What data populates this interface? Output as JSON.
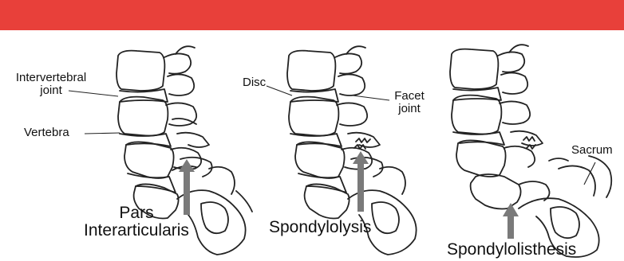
{
  "colors": {
    "banner": "#e8403a",
    "line": "#222222",
    "arrow": "#7a7a7a",
    "background": "#ffffff"
  },
  "panels": [
    {
      "labels": {
        "intervertebral_joint_line1": "Intervertebral",
        "intervertebral_joint_line2": "joint",
        "vertebra": "Vertebra",
        "pars_line1": "Pars",
        "pars_line2": "Interarticularis"
      }
    },
    {
      "labels": {
        "disc": "Disc",
        "facet_joint_line1": "Facet",
        "facet_joint_line2": "joint",
        "caption": "Spondylolysis"
      }
    },
    {
      "labels": {
        "sacrum": "Sacrum",
        "caption": "Spondylolisthesis"
      }
    }
  ]
}
